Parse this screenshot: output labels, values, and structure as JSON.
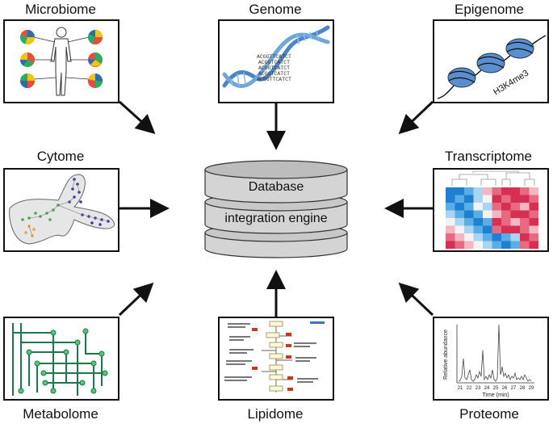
{
  "labels": {
    "microbiome": "Microbiome",
    "genome": "Genome",
    "epigenome": "Epigenome",
    "cytome": "Cytome",
    "transcriptome": "Transcriptome",
    "metabolome": "Metabolome",
    "lipidome": "Lipidome",
    "proteome": "Proteome"
  },
  "database": {
    "line1": "Database",
    "line2": "integration engine"
  },
  "genome_panel": {
    "sequence_lines": [
      "ACGGTTCATCT",
      "ACGGTCATCT",
      "ACGGTCATCT",
      "ACGGTCATCT",
      "ACGGTTCATCT"
    ]
  },
  "epigenome_panel": {
    "mark": "H3K4me3"
  },
  "proteome_panel": {
    "ylabel": "Relative abundance",
    "xlabel": "Time (min)",
    "ticks": [
      "21",
      "22",
      "23",
      "24",
      "25",
      "26",
      "27",
      "28",
      "29"
    ]
  },
  "colors": {
    "dna_blue": "#4a86c5",
    "heat_blue": "#2a8fd6",
    "heat_red": "#e0405a",
    "metabolome_green": "#1a7a4a",
    "db_gray": "#d4d4d4"
  }
}
